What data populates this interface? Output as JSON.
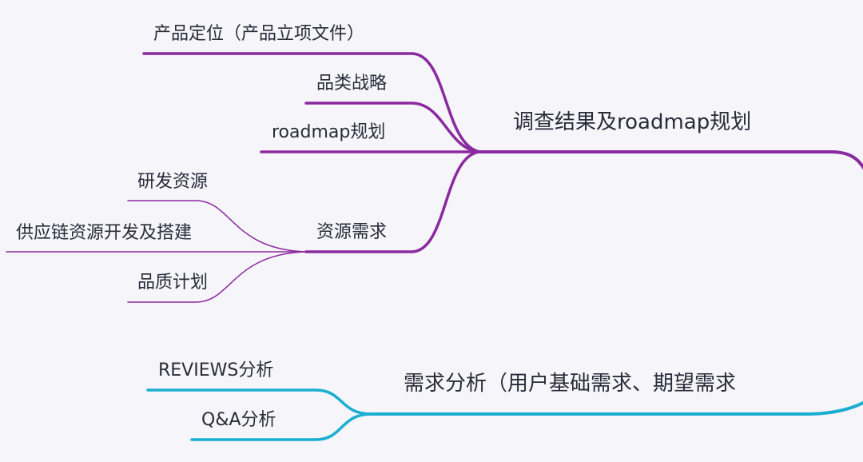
{
  "colors": {
    "background": "#f5f5fa",
    "branch_purple": "#8b2a9e",
    "branch_cyan": "#1aaed0",
    "text": "#2b2b3a"
  },
  "branches": [
    {
      "label": "调查结果及roadmap规划",
      "children": [
        {
          "label": "产品定位（产品立项文件）"
        },
        {
          "label": "品类战略"
        },
        {
          "label": "roadmap规划"
        },
        {
          "label": "资源需求",
          "children": [
            {
              "label": "研发资源"
            },
            {
              "label": "供应链资源开发及搭建"
            },
            {
              "label": "品质计划"
            }
          ]
        }
      ]
    },
    {
      "label": "需求分析（用户基础需求、期望需求",
      "children": [
        {
          "label": "REVIEWS分析"
        },
        {
          "label": "Q&A分析"
        }
      ]
    }
  ]
}
